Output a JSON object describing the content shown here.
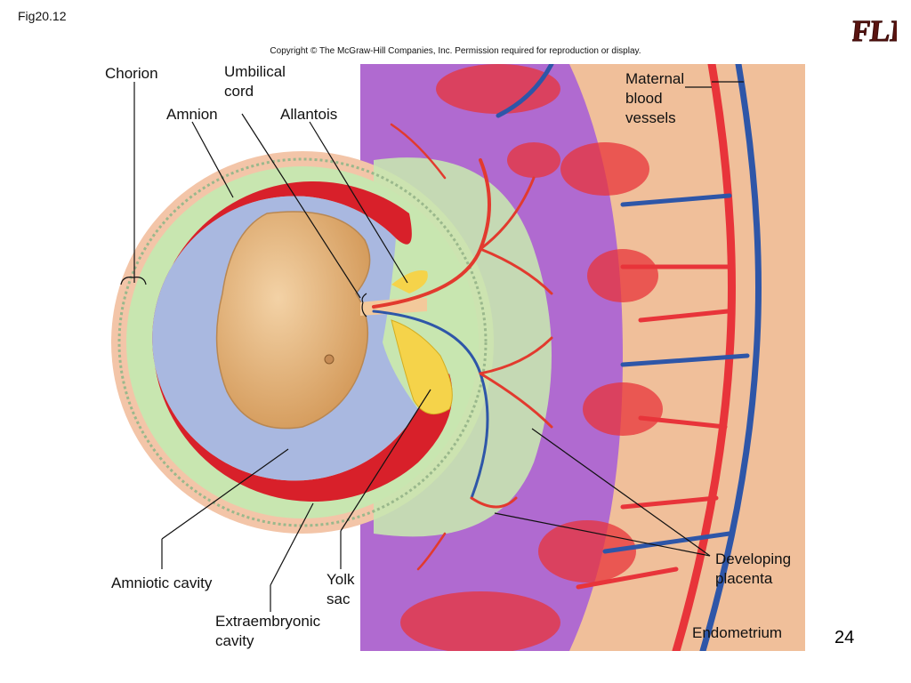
{
  "figure_id": "Fig20.12",
  "copyright": "Copyright © The McGraw-Hill Companies, Inc. Permission required for reproduction or display.",
  "logo_text": "FLEX",
  "page_number": "24",
  "labels": {
    "chorion": "Chorion",
    "umbilical_cord_1": "Umbilical",
    "umbilical_cord_2": "cord",
    "amnion": "Amnion",
    "allantois": "Allantois",
    "maternal_1": "Maternal",
    "maternal_2": "blood",
    "maternal_3": "vessels",
    "amniotic_cavity": "Amniotic cavity",
    "yolk_1": "Yolk",
    "yolk_2": "sac",
    "extraembryonic_1": "Extraembryonic",
    "extraembryonic_2": "cavity",
    "placenta_1": "Developing",
    "placenta_2": "placenta",
    "endometrium": "Endometrium"
  },
  "colors": {
    "endometrium": "#f0bf9a",
    "placenta_purple": "#b06ad0",
    "maternal_red": "#e8343a",
    "maternal_blue": "#2e56a8",
    "chorion_ring": "#f3c5a8",
    "extraembryonic_green": "#c8e6b0",
    "amnion_red": "#d8202a",
    "amniotic_blue": "#a9b8e0",
    "embryo": "#e7b982",
    "yolk": "#f5d34a"
  }
}
